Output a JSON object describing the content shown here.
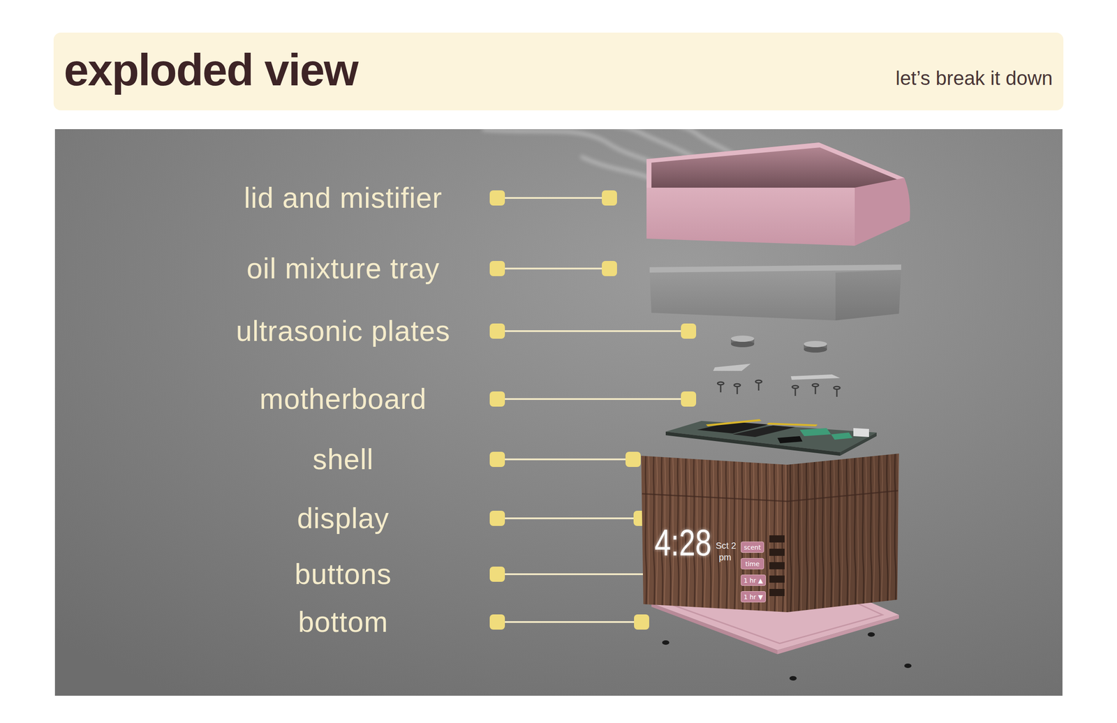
{
  "diagram": {
    "title": "exploded view",
    "nodes": [
      {
        "text": [
          "scent"
        ]
      },
      {
        "text": [
          "time"
        ]
      },
      {
        "text": [
          "1 hr ▲"
        ]
      },
      {
        "text": [
          "1 hr ▼"
        ]
      }
    ],
    "labels": [
      "let’s break it down",
      "lid and mistifier",
      "oil mixture tray",
      "ultrasonic plates",
      "motherboard",
      "shell",
      "display",
      "buttons",
      "bottom",
      "4:28",
      "Sct 2",
      "pm"
    ]
  }
}
